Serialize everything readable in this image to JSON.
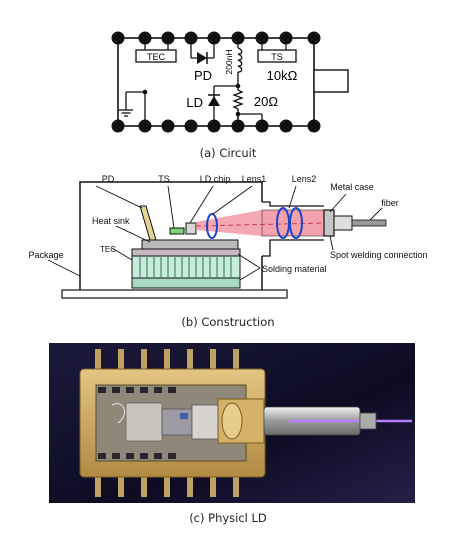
{
  "circuit": {
    "tec_label": "TEC",
    "ts_label": "TS",
    "pd_label": "PD",
    "inductor_label": "200nH",
    "resistor_ts_label": "10kΩ",
    "ld_label": "LD",
    "resistor_ld_label": "20Ω",
    "caption": "(a) Circuit"
  },
  "construction": {
    "labels": {
      "pd": "PD",
      "ts": "TS",
      "ld_chip": "LD chip",
      "lens1": "Lens1",
      "lens2": "Lens2",
      "metal_case": "Metal case",
      "fiber": "fiber",
      "heat_sink": "Heat sink",
      "tec": "TEC",
      "package": "Package",
      "spot_welding": "Spot welding connection",
      "solding_material": "Solding material"
    },
    "caption": "(b) Construction"
  },
  "photo": {
    "caption": "(c) Physicl LD"
  },
  "colors": {
    "beam": "#f08b97",
    "lens": "#1e43c8",
    "gold": "#c9a45a",
    "tec_green": "#aee0c9"
  }
}
